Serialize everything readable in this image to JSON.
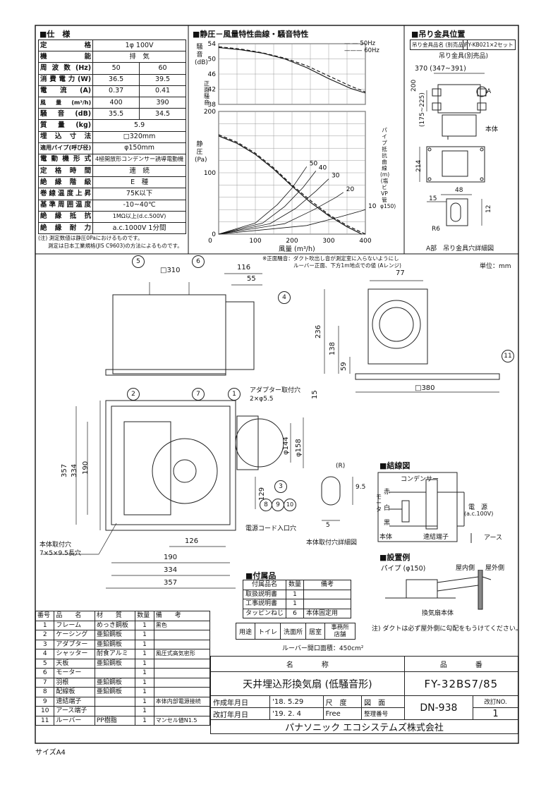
{
  "spec": {
    "title": "■仕　様",
    "rows": [
      {
        "label": "定格",
        "v1": "1φ 100V",
        "v2": ""
      },
      {
        "label": "機能",
        "v1": "排　気",
        "v2": ""
      },
      {
        "label": "周波数(Hz)",
        "v1": "50",
        "v2": "60"
      },
      {
        "label": "消費電力(W)",
        "v1": "36.5",
        "v2": "39.5"
      },
      {
        "label": "電流(A)",
        "v1": "0.37",
        "v2": "0.41"
      },
      {
        "label": "風量(m³/h)",
        "v1": "400",
        "v2": "390"
      },
      {
        "label": "騒音(dB)",
        "v1": "35.5",
        "v2": "34.5"
      },
      {
        "label": "質量(kg)",
        "v1": "5.9",
        "v2": ""
      },
      {
        "label": "埋込寸法",
        "v1": "□320mm",
        "v2": ""
      },
      {
        "label": "適用パイプ(呼び径)",
        "v1": "φ150mm",
        "v2": ""
      },
      {
        "label": "電動機形式",
        "v1": "4極開放形コンデンサー誘導電動機",
        "v2": ""
      },
      {
        "label": "定格時間",
        "v1": "連　続",
        "v2": ""
      },
      {
        "label": "絶縁階級",
        "v1": "E　種",
        "v2": ""
      },
      {
        "label": "巻線温度上昇",
        "v1": "75K以下",
        "v2": ""
      },
      {
        "label": "基準周囲温度",
        "v1": "-10~40℃",
        "v2": ""
      },
      {
        "label": "絶縁抵抗",
        "v1": "1MΩ以上(d.c.500V)",
        "v2": ""
      },
      {
        "label": "絶縁耐力",
        "v1": "a.c.1000V 1分間",
        "v2": ""
      }
    ],
    "note1": "(注) 測定数値は静圧0Paにおけるものです。",
    "note2": "測定は日本工業規格(JIS C9603)の方法によるものです。"
  },
  "chart": {
    "title": "■静圧－風量特性曲線・騒音特性",
    "legend_50": "50Hz",
    "legend_60": "60Hz",
    "noise_axis": "騒音 (dB)",
    "noise_axis2": "正面騒音",
    "pressure_axis": "静圧 (Pa)",
    "xlabel": "風量 (m³/h)",
    "pipe_label": "パイプ抵抗曲線 (m) (塩ビVP管φ150)",
    "note1": "※正面騒音：ダクト吹出し音が測定室に入らないようにし",
    "note2": "ルーバー正面、下方1m地点での値 (Aレンジ)"
  },
  "chart_data": [
    {
      "type": "line",
      "title": "",
      "xlabel": "風量 (m³/h)",
      "ylabel": "騒音 (dB)",
      "ylim": [
        38,
        54
      ],
      "xlim": [
        0,
        400
      ],
      "series": [
        {
          "name": "50Hz",
          "x": [
            0,
            60,
            120,
            180,
            240,
            300,
            360,
            400
          ],
          "y": [
            53.2,
            52.6,
            51.6,
            50.2,
            48.2,
            45.5,
            42.8,
            41.3
          ]
        },
        {
          "name": "60Hz",
          "x": [
            0,
            60,
            120,
            180,
            240,
            300,
            360,
            400
          ],
          "y": [
            53.0,
            52.4,
            51.5,
            50.0,
            47.7,
            44.8,
            42.2,
            41.0
          ]
        }
      ]
    },
    {
      "type": "line",
      "title": "",
      "xlabel": "風量 (m³/h)",
      "ylabel": "静圧 (Pa)",
      "xlim": [
        0,
        400
      ],
      "ylim": [
        0,
        200
      ],
      "xticks": [
        0,
        100,
        200,
        300,
        400
      ],
      "yticks": [
        0,
        100,
        200
      ],
      "series": [
        {
          "name": "50Hz",
          "x": [
            0,
            50,
            100,
            150,
            200,
            250,
            300,
            350,
            400
          ],
          "y": [
            162,
            150,
            132,
            108,
            80,
            55,
            32,
            14,
            0
          ]
        },
        {
          "name": "60Hz",
          "x": [
            0,
            50,
            100,
            150,
            200,
            250,
            300,
            350,
            390
          ],
          "y": [
            160,
            148,
            130,
            106,
            78,
            52,
            30,
            12,
            0
          ]
        }
      ],
      "pipe_curves": [
        {
          "name": "50",
          "x": [
            0,
            100,
            160,
            200,
            240
          ],
          "y": [
            0,
            18,
            48,
            75,
            110
          ]
        },
        {
          "name": "40",
          "x": [
            0,
            120,
            180,
            230,
            265
          ],
          "y": [
            0,
            18,
            45,
            76,
            103
          ]
        },
        {
          "name": "30",
          "x": [
            0,
            140,
            210,
            265,
            300
          ],
          "y": [
            0,
            17,
            42,
            70,
            90
          ]
        },
        {
          "name": "20",
          "x": [
            0,
            180,
            260,
            320,
            340
          ],
          "y": [
            0,
            17,
            40,
            60,
            68
          ]
        },
        {
          "name": "10",
          "x": [
            0,
            240,
            330,
            390,
            400
          ],
          "y": [
            0,
            14,
            28,
            38,
            40
          ]
        }
      ]
    }
  ],
  "hanger": {
    "title": "■吊り金具位置",
    "box1": "吊り金具品名 (別売品)",
    "box2": "FY-KB021×2セット",
    "label_hanger": "吊り金具(別売品)",
    "d370": "370 (347~391)",
    "d200": "200",
    "d175": "(175~225)",
    "label_body": "本体",
    "label_a": "A",
    "d214": "214",
    "d48": "48",
    "d15": "15",
    "d12": "12",
    "r6": "R6",
    "caption": "A部　吊り金具穴詳細図",
    "unit": "単位：mm"
  },
  "dims": {
    "sq310": "□310",
    "d116": "116",
    "d55": "55",
    "d77": "77",
    "d236": "236",
    "d138": "138",
    "d59": "59",
    "d15": "15",
    "d380": "□380",
    "adapter": "アダプター取付穴",
    "adapter2": "2×φ5.5",
    "d144": "φ144",
    "d158": "φ158",
    "d357v": "357",
    "d334v": "334",
    "d190v": "190",
    "d129": "129",
    "d126": "126",
    "d190h": "190",
    "d334h": "334",
    "d357h": "357",
    "cord": "電源コード入口穴",
    "hole": "本体取付穴",
    "hole2": "7×5×9.5長穴",
    "r": "(R)",
    "d95": "9.5",
    "d5": "5",
    "detail": "本体取付穴詳細図",
    "c1": "1",
    "c2": "2",
    "c3": "3",
    "c4": "4",
    "c5": "5",
    "c6": "6",
    "c7": "7",
    "c8": "8",
    "c9": "9",
    "c10": "10",
    "c11": "11"
  },
  "wiring": {
    "title": "■結線図",
    "condenser": "コンデンサー",
    "red": "赤",
    "white": "白",
    "black": "黒",
    "motor": "モ ー タ",
    "body": "本体",
    "terminal": "速結端子",
    "power": "電　源",
    "power2": "(a.c.100V)",
    "earth": "アース"
  },
  "install": {
    "title": "■設置例",
    "pipe": "パイプ (φ150)",
    "inside": "屋内側",
    "outside": "屋外側",
    "fan": "換気扇本体",
    "note": "注) ダクトは必ず屋外側に勾配をもうけてください。"
  },
  "accessories": {
    "title": "■付属品",
    "headers": [
      "付属品名",
      "数量",
      "備考"
    ],
    "rows": [
      [
        "取扱説明書",
        "1",
        ""
      ],
      [
        "工事説明書",
        "1",
        ""
      ],
      [
        "タッピンねじ",
        "6",
        "本体固定用"
      ]
    ]
  },
  "usage": {
    "label": "用途",
    "items": [
      "トイレ",
      "洗面所",
      "居室",
      "事務所 店舗"
    ],
    "louver": "ルーバー開口面積：450cm²"
  },
  "parts": {
    "headers": [
      "番号",
      "品　　名",
      "材　　質",
      "数量",
      "備　　考"
    ],
    "rows": [
      [
        "1",
        "フレーム",
        "めっき鋼板",
        "1",
        "黒色"
      ],
      [
        "2",
        "ケーシング",
        "亜鉛鋼板",
        "1",
        ""
      ],
      [
        "3",
        "アダプター",
        "亜鉛鋼板",
        "1",
        ""
      ],
      [
        "4",
        "シャッター",
        "耐食アルミ",
        "1",
        "風圧式高気密形"
      ],
      [
        "5",
        "天板",
        "亜鉛鋼板",
        "1",
        ""
      ],
      [
        "6",
        "モーター",
        "",
        "1",
        ""
      ],
      [
        "7",
        "羽根",
        "亜鉛鋼板",
        "1",
        ""
      ],
      [
        "8",
        "配線板",
        "亜鉛鋼板",
        "1",
        ""
      ],
      [
        "9",
        "速結端子",
        "",
        "1",
        "本体内部電源接続"
      ],
      [
        "10",
        "アース端子",
        "",
        "1",
        ""
      ],
      [
        "11",
        "ルーバー",
        "PP樹脂",
        "1",
        "マンセル値N1.5"
      ]
    ]
  },
  "title_block": {
    "name_label": "名　　　　称",
    "number_label": "品　　　　番",
    "product_name": "天井埋込形換気扇 (低騒音形)",
    "product_number": "FY-32BS7/85",
    "created_label": "作成年月日",
    "created": "'18. 5.29",
    "scale_label": "尺　度",
    "drawing_label": "図　面",
    "revised_label": "改訂年月日",
    "revised": "'19. 2. 4",
    "scale": "Free",
    "manage_label": "整理番号",
    "doc_number": "DN-938",
    "rev_label": "改訂NO.",
    "rev": "1",
    "company": "パナソニック エコシステムズ株式会社"
  },
  "size_label": "サイズA4"
}
